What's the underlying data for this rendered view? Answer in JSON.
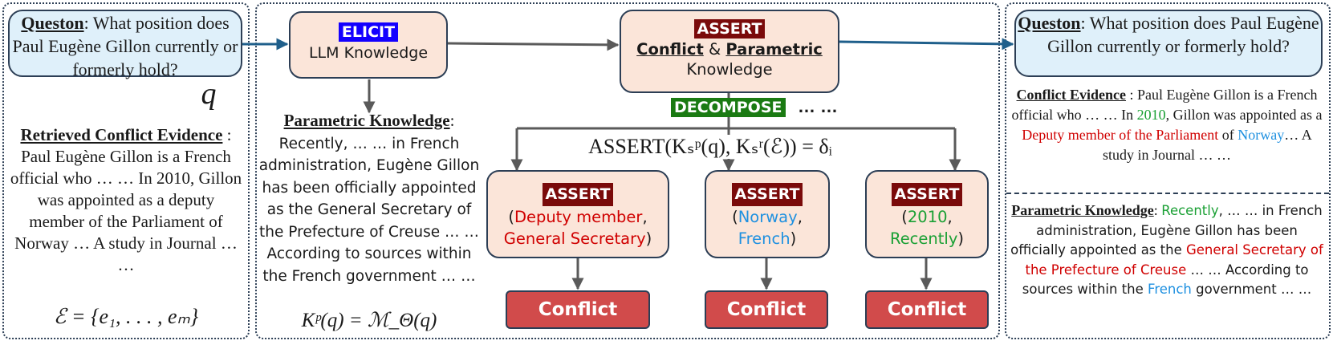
{
  "question": {
    "label": "Queston",
    "text": ": What position does Paul Eugène Gillon currently or formerly hold?"
  },
  "q_symbol": "q",
  "retrieved": {
    "title": "Retrieved Conflict Evidence",
    "colon": " :",
    "body": "Paul Eugène Gillon is a French official who … … In 2010, Gillon was appointed as a deputy member of the Parliament of Norway … A study in Journal … …",
    "formula": "ℰ = {e₁, . . . , eₘ}"
  },
  "elicit": {
    "tag": "ELICIT",
    "label": "LLM Knowledge"
  },
  "parametric": {
    "title": "Parametric Knowledge",
    "colon": ":",
    "body": "Recently, … … in French administration,  Eugène Gillon has been officially appointed as the General Secretary of the Prefecture of Creuse … … According to sources within the French government  … …",
    "formula": "Kᵖ(q) = ℳ_Θ(q)"
  },
  "assert_main": {
    "tag": "ASSERT",
    "conflict": "Conflict",
    "amp": " & ",
    "parametric": "Parametric",
    "knowledge": "Knowledge"
  },
  "decompose": {
    "tag": "DECOMPOSE",
    "dots": "… …"
  },
  "assert_formula": "ASSERT(Kₛᵖ(q), Kₛʳ(ℰ)) = δᵢ",
  "sub_asserts": [
    {
      "tag": "ASSERT",
      "open": "(",
      "a": "Deputy member",
      "sep": ",",
      "b": "General Secretary",
      "close": ")",
      "color_a": "#d00000",
      "color_b": "#d00000"
    },
    {
      "tag": "ASSERT",
      "open": "(",
      "a": "Norway",
      "sep": ",",
      "b": "French",
      "close": ")",
      "color_a": "#1e90e0",
      "color_b": "#1e90e0"
    },
    {
      "tag": "ASSERT",
      "open": "(",
      "a": "2010",
      "sep": ",",
      "b": "Recently",
      "close": ")",
      "color_a": "#1aa034",
      "color_b": "#1aa034"
    }
  ],
  "conflict_label": "Conflict",
  "right": {
    "question_label": "Queston",
    "question_text": ": What position does Paul Eugène Gillon currently or formerly hold?",
    "evidence": {
      "title": "Conflict Evidence",
      "p1": " : Paul Eugène Gillon is a French official who … … In ",
      "year": "2010",
      "p2": ", Gillon was appointed as a ",
      "role": "Deputy member of the Parliament",
      "p3": " of ",
      "country": "Norway",
      "p4": "… A study in Journal … …"
    },
    "param": {
      "title": "Parametric Knowledge",
      "p0": ": ",
      "recently": "Recently",
      "p1": ", … … in French administration, Eugène Gillon has been officially appointed as the ",
      "role": "General Secretary of the Prefecture of Creuse",
      "p2": " … … According to sources within the ",
      "french": "French",
      "p3": " government  … …"
    }
  }
}
